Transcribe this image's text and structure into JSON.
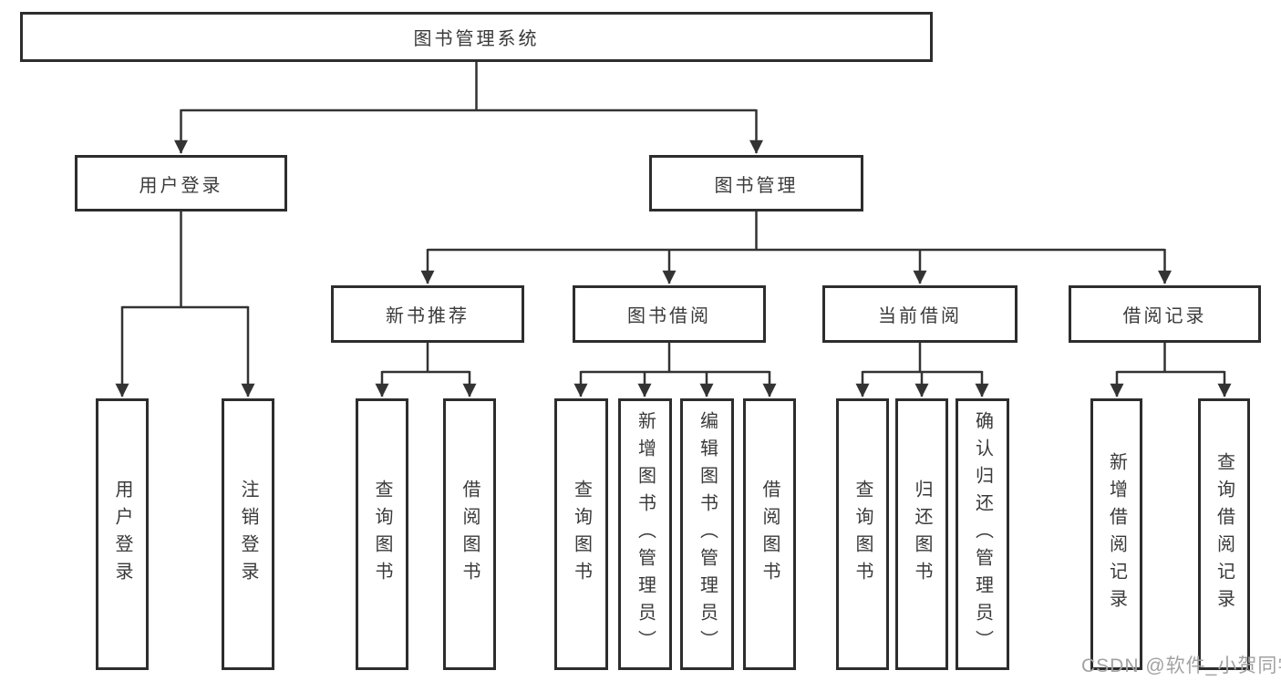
{
  "colors": {
    "line": "#333333",
    "box_border": "#2d2d2d",
    "box_fill": "#ffffff",
    "text": "#3a3a3a",
    "watermark": "#a2a2a2"
  },
  "watermark": "CSDN @软件_小贺同学",
  "tree": {
    "root": {
      "label": "图书管理系统",
      "children": [
        {
          "label": "用户登录",
          "children": [
            {
              "label": "用户登录"
            },
            {
              "label": "注销登录"
            }
          ]
        },
        {
          "label": "图书管理",
          "children": [
            {
              "label": "新书推荐",
              "children": [
                {
                  "label": "查询图书"
                },
                {
                  "label": "借阅图书"
                }
              ]
            },
            {
              "label": "图书借阅",
              "children": [
                {
                  "label": "查询图书"
                },
                {
                  "label": "新增图书（管理员）"
                },
                {
                  "label": "编辑图书（管理员）"
                },
                {
                  "label": "借阅图书"
                }
              ]
            },
            {
              "label": "当前借阅",
              "children": [
                {
                  "label": "查询图书"
                },
                {
                  "label": "归还图书"
                },
                {
                  "label": "确认归还（管理员）"
                }
              ]
            },
            {
              "label": "借阅记录",
              "children": [
                {
                  "label": "新增借阅记录"
                },
                {
                  "label": "查询借阅记录"
                }
              ]
            }
          ]
        }
      ]
    }
  }
}
